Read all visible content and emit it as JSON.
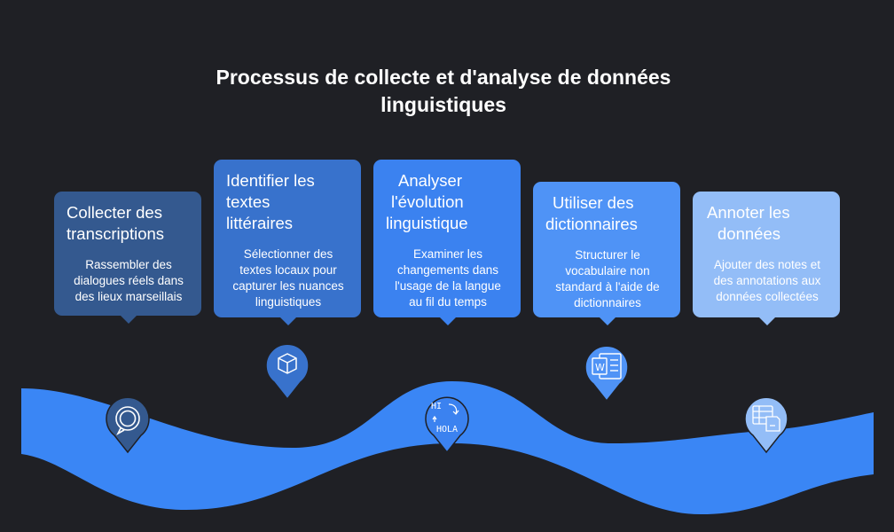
{
  "title": {
    "line1": "Processus de collecte et d'analyse de données",
    "line2": "linguistiques"
  },
  "colors": {
    "background": "#1f2025",
    "wave": "#3a86f5"
  },
  "steps": [
    {
      "heading": [
        "Collecter des",
        "transcriptions"
      ],
      "description": [
        "Rassembler des",
        "dialogues réels dans",
        "des lieux marseillais"
      ],
      "color": "#34598f",
      "icon": "chat-bubble-icon"
    },
    {
      "heading": [
        "Identifier les",
        "textes",
        "littéraires"
      ],
      "description": [
        "Sélectionner des",
        "textes locaux pour",
        "capturer les nuances",
        "linguistiques"
      ],
      "color": "#3872cc",
      "icon": "open-book-icon"
    },
    {
      "heading": [
        "Analyser",
        "l'évolution",
        "linguistique"
      ],
      "description": [
        "Examiner les",
        "changements dans",
        "l'usage de la langue",
        "au fil du temps"
      ],
      "color": "#3b82f0",
      "icon": "translate-hi-hola-icon",
      "icon_text": [
        "HI",
        "HOLA"
      ]
    },
    {
      "heading": [
        "Utiliser des",
        "dictionnaires"
      ],
      "description": [
        "Structurer le",
        "vocabulaire non",
        "standard à l'aide de",
        "dictionnaires"
      ],
      "color": "#4f93f6",
      "icon": "document-word-icon",
      "icon_text": [
        "W"
      ]
    },
    {
      "heading": [
        "Annoter les",
        "données"
      ],
      "description": [
        "Ajouter des notes et",
        "des annotations aux",
        "données collectées"
      ],
      "color": "#93bdf7",
      "icon": "table-note-icon"
    }
  ]
}
